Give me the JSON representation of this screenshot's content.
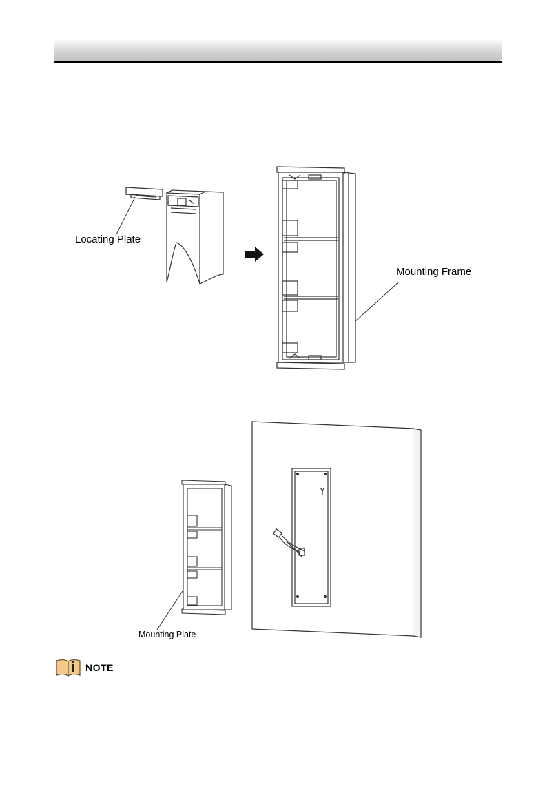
{
  "figure1": {
    "locating_plate_label": "Locating Plate",
    "mounting_frame_label": "Mounting Frame"
  },
  "figure2": {
    "mounting_plate_label": "Mounting  Plate"
  },
  "note": {
    "icon": "info-book-icon",
    "label": "NOTE",
    "icon_color": "#f4c886"
  }
}
